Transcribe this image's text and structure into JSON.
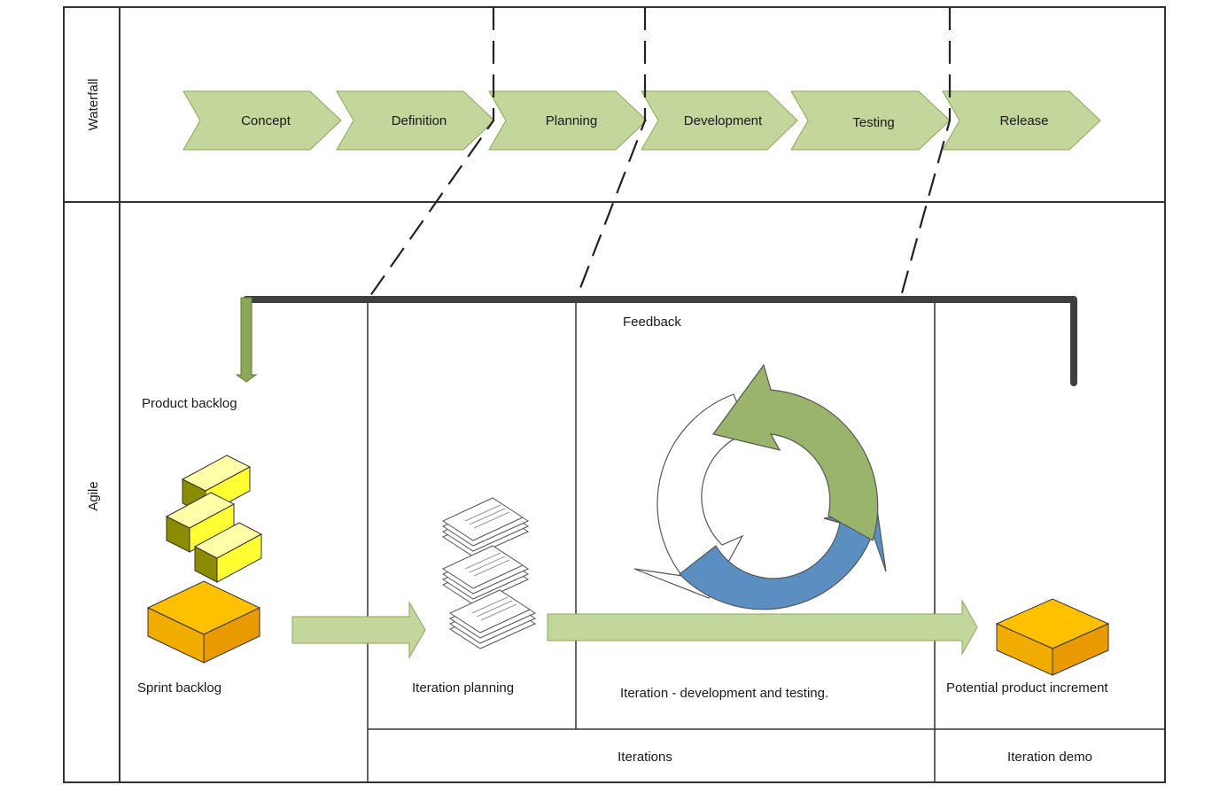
{
  "lanes": {
    "waterfall": "Waterfall",
    "agile": "Agile"
  },
  "phases": [
    "Concept",
    "Definition",
    "Planning",
    "Development",
    "Testing",
    "Release"
  ],
  "labels": {
    "feedback": "Feedback",
    "product_backlog": "Product backlog",
    "sprint_backlog": "Sprint backlog",
    "iteration_planning": "Iteration planning",
    "iteration_dev_test": "Iteration - development and testing.",
    "potential_increment": "Potential product increment",
    "iterations": "Iterations",
    "iteration_demo": "Iteration demo"
  },
  "colors": {
    "chevron_fill": "#c3d69b",
    "chevron_stroke": "#8ea65a",
    "cycle_green": "#9bb46c",
    "cycle_blue": "#5b8fc2",
    "box_orange": "#ffc000",
    "box_yellow": "#ffff33",
    "box_olive": "#8c8c00",
    "line_dark": "#3f3f3f"
  },
  "icons": [
    "cycle-icon",
    "document-stack-icon",
    "yellow-blocks-icon",
    "orange-box-icon"
  ]
}
